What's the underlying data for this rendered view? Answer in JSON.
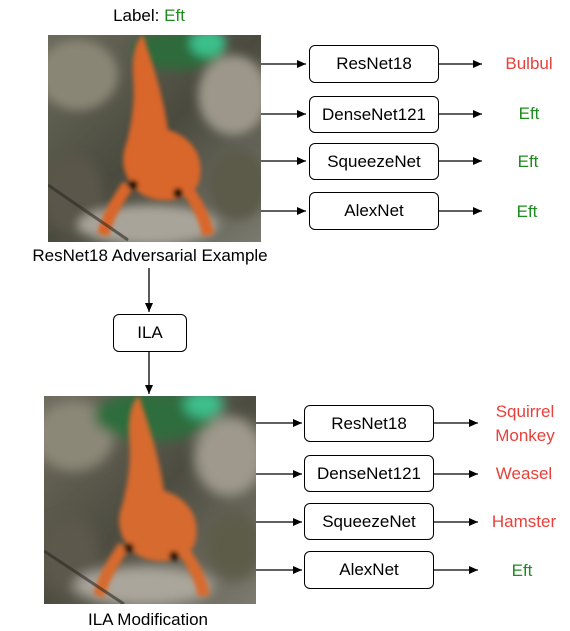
{
  "top": {
    "label_prefix": "Label:",
    "label_value": "Eft",
    "image_caption": "ResNet18 Adversarial Example",
    "models": [
      {
        "name": "ResNet18",
        "prediction": "Bulbul",
        "status": "wrong"
      },
      {
        "name": "DenseNet121",
        "prediction": "Eft",
        "status": "correct"
      },
      {
        "name": "SqueezeNet",
        "prediction": "Eft",
        "status": "correct"
      },
      {
        "name": "AlexNet",
        "prediction": "Eft",
        "status": "correct"
      }
    ]
  },
  "middle": {
    "process_label": "ILA"
  },
  "bottom": {
    "image_caption": "ILA Modification",
    "models": [
      {
        "name": "ResNet18",
        "prediction_line1": "Squirrel",
        "prediction_line2": "Monkey",
        "status": "wrong"
      },
      {
        "name": "DenseNet121",
        "prediction": "Weasel",
        "status": "wrong"
      },
      {
        "name": "SqueezeNet",
        "prediction": "Hamster",
        "status": "wrong"
      },
      {
        "name": "AlexNet",
        "prediction": "Eft",
        "status": "correct"
      }
    ]
  },
  "colors": {
    "correct": "#1e8c1e",
    "wrong": "#e8403a"
  }
}
